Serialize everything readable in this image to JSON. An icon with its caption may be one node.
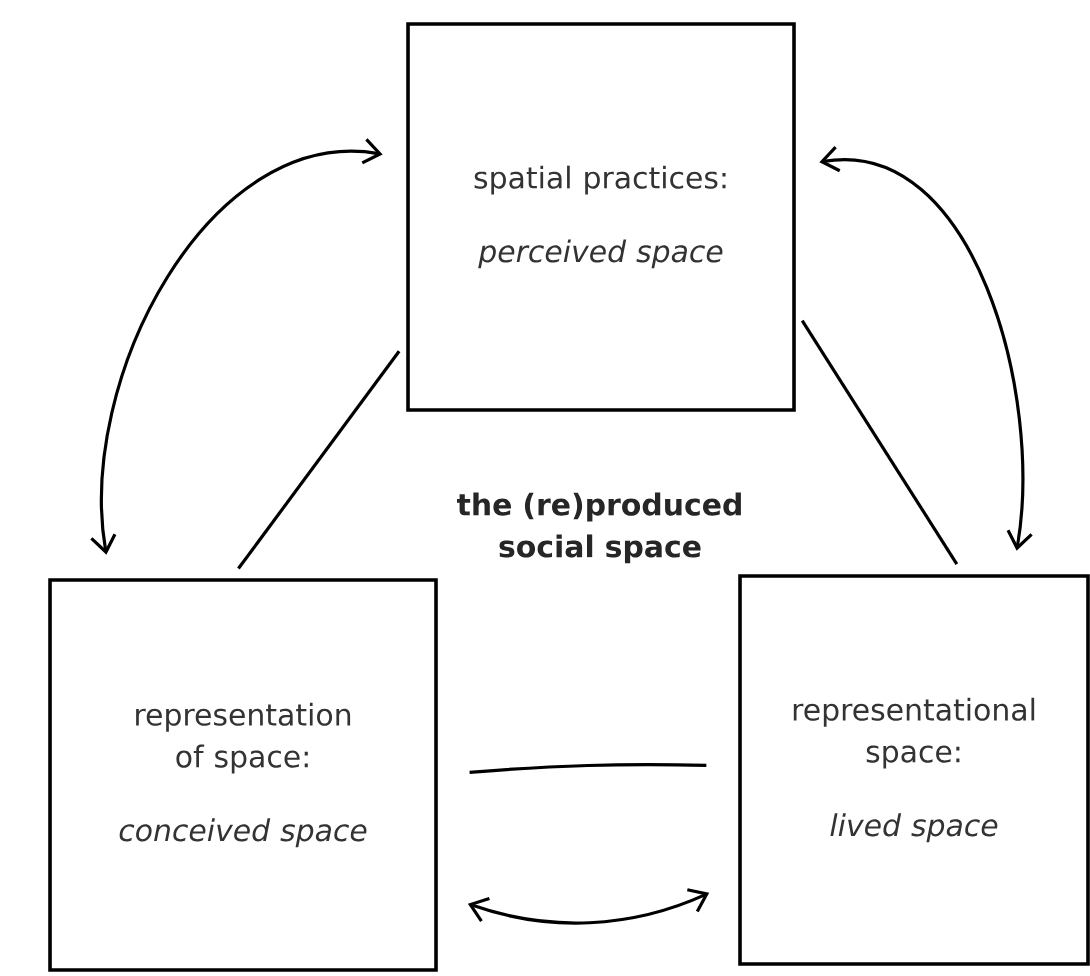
{
  "diagram": {
    "nodes": [
      {
        "text": [
          "spatial practices:",
          "perceived space"
        ]
      },
      {
        "text": [
          "representation of space:",
          "conceived space"
        ]
      },
      {
        "text": [
          "representational space:",
          "lived space"
        ]
      }
    ],
    "edges": [
      {
        "from": 1,
        "to": 0,
        "arrow": "both"
      },
      {
        "from": 1,
        "to": 0,
        "arrow": "none"
      },
      {
        "from": 0,
        "to": 2,
        "arrow": "both"
      },
      {
        "from": 0,
        "to": 2,
        "arrow": "none"
      },
      {
        "from": 1,
        "to": 2,
        "arrow": "none"
      },
      {
        "from": 1,
        "to": 2,
        "arrow": "both"
      }
    ],
    "labels": [
      "the (re)produced social space"
    ]
  }
}
